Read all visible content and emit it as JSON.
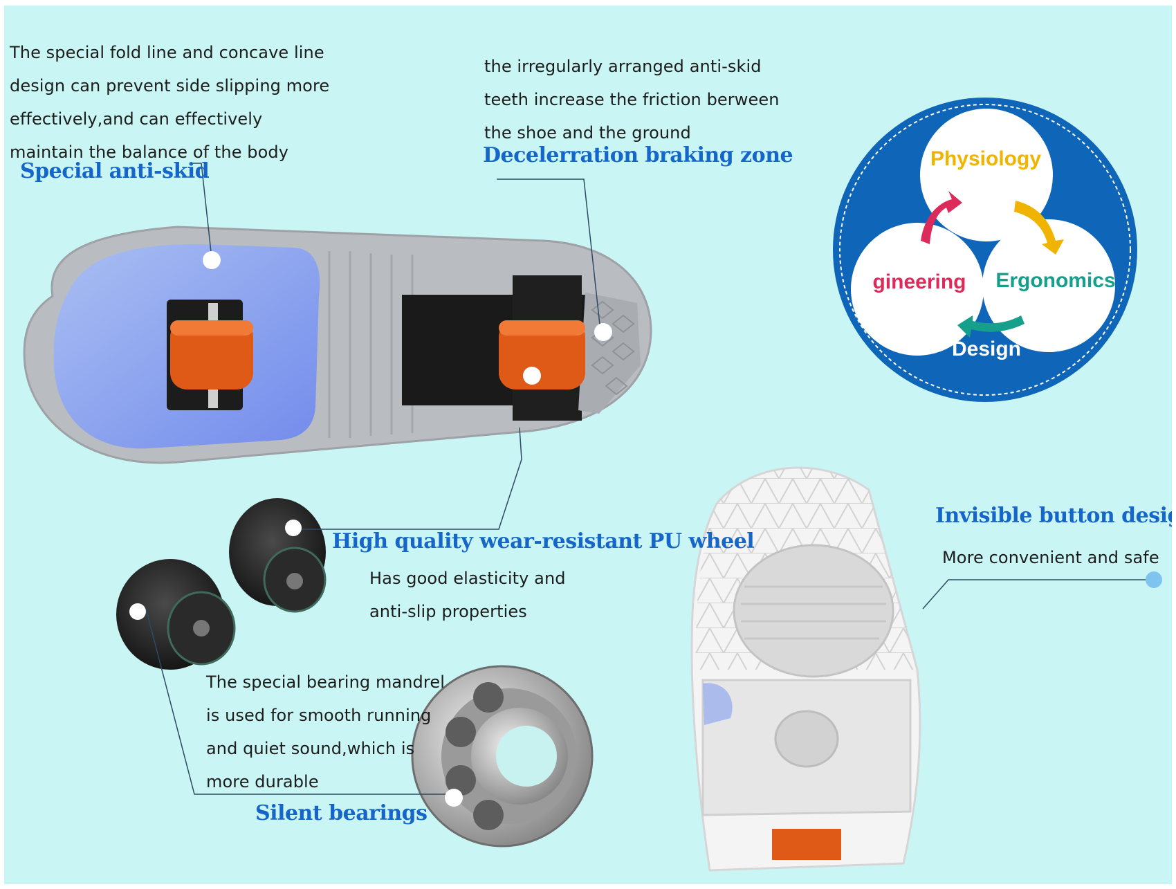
{
  "anti_skid": {
    "heading": "Special anti-skid",
    "lines": [
      "The special fold line and concave line",
      "design can prevent side slipping more",
      "effectively,and can effectively",
      "maintain the balance of the body"
    ]
  },
  "braking": {
    "heading": "Decelerration braking zone",
    "lines": [
      "the irregularly arranged anti-skid",
      "teeth increase the friction berween",
      "the shoe and the ground"
    ]
  },
  "wheel": {
    "heading": "High quality wear-resistant PU wheel",
    "lines": [
      "Has good elasticity and",
      "anti-slip properties"
    ]
  },
  "bearing": {
    "heading": "Silent bearings",
    "lines": [
      "The special bearing mandrel",
      "is used for smooth running",
      "and quiet sound,which is",
      "more durable"
    ]
  },
  "button": {
    "heading": "Invisible button design",
    "lines": [
      "More convenient and safe"
    ]
  },
  "diagram": {
    "top": "Physiology",
    "left": "gineering",
    "right": "Ergonomics",
    "bottom": "Design",
    "colors": {
      "ring": "#0f66b8",
      "physiology": "#f0b400",
      "engineering": "#dc2a5a",
      "ergonomics": "#16a08c",
      "design": "#ffffff"
    }
  }
}
